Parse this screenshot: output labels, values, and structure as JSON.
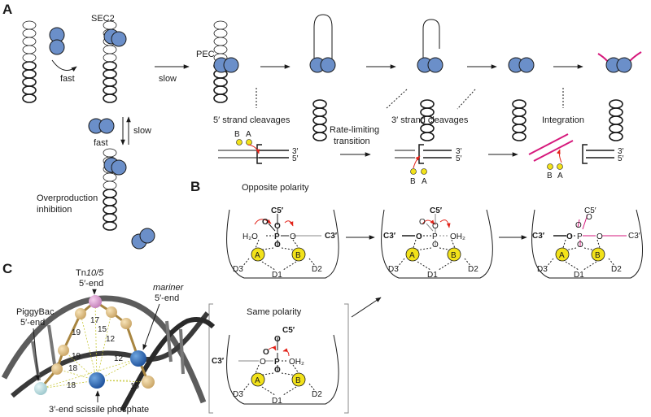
{
  "panels": {
    "a": "A",
    "b": "B",
    "c": "C"
  },
  "panel_a": {
    "sec2": "SEC2",
    "pec": "PEC",
    "fast": "fast",
    "slow": "slow",
    "fast2": "fast",
    "slow2": "slow",
    "overproduction_line1": "Overproduction",
    "overproduction_line2": "inhibition",
    "five_prime_cleavages": "5′ strand cleavages",
    "rate_limiting_line1": "Rate-limiting",
    "rate_limiting_line2": "transition",
    "three_prime_cleavages": "3′ strand cleavages",
    "integration": "Integration",
    "end3": "3′",
    "end5": "5′",
    "metal_a": "A",
    "metal_b": "B"
  },
  "panel_b": {
    "opposite_polarity": "Opposite polarity",
    "same_polarity": "Same polarity",
    "c5": "C5′",
    "c3": "C3′",
    "h2o": "H₂O",
    "oh2": "OH₂",
    "o": "O",
    "p": "P",
    "a": "A",
    "b": "B",
    "d1": "D1",
    "d2": "D2",
    "d3": "D3"
  },
  "panel_c": {
    "tn_prefix": "Tn",
    "tn_italic": "10/5",
    "tn_end": "5′-end",
    "piggybac": "PiggyBac",
    "piggybac_end": "5′-end",
    "mariner": "mariner",
    "mariner_end": "5′-end",
    "scissile": "3′-end scissile phosphate",
    "distances": [
      "17",
      "19",
      "15",
      "12",
      "19",
      "12",
      "18",
      "18",
      "15"
    ]
  },
  "colors": {
    "protein": "#6b8fc9",
    "metal": "#f2e21a",
    "magenta": "#d6197c",
    "red": "#e2231a",
    "grey": "#8a8a8a"
  }
}
